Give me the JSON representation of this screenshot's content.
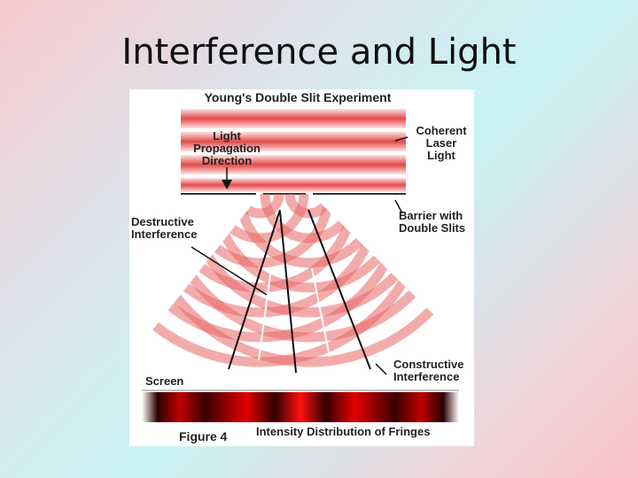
{
  "slide": {
    "title": "Interference and Light"
  },
  "figure": {
    "heading": "Young's Double Slit Experiment",
    "labels": {
      "propagation_1": "Light",
      "propagation_2": "Propagation",
      "propagation_3": "Direction",
      "coherent_1": "Coherent",
      "coherent_2": "Laser",
      "coherent_3": "Light",
      "destructive_1": "Destructive",
      "destructive_2": "Interference",
      "barrier_1": "Barrier with",
      "barrier_2": "Double Slits",
      "constructive_1": "Constructive",
      "constructive_2": "Interference",
      "screen": "Screen",
      "figure_num": "Figure 4",
      "fringes": "Intensity Distribution of Fringes"
    },
    "colors": {
      "wave": "#e23a3a",
      "wave_light": "#fbd7d7",
      "fringe": "#e00000"
    }
  }
}
